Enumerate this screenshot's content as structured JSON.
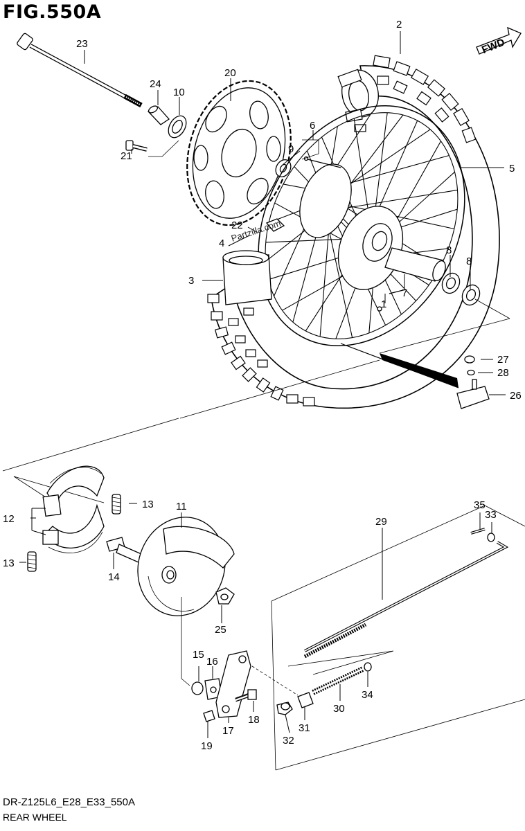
{
  "title": "FIG.550A",
  "fwd_label": "FWD",
  "model_code": "DR-Z125L6_E28_E33_550A",
  "diagram_name": "REAR WHEEL",
  "watermark": "Partzilla.com",
  "callouts": {
    "p1": "1",
    "p2": "2",
    "p3": "3",
    "p4": "4",
    "p5": "5",
    "p6": "6",
    "p7": "7",
    "p8a": "8",
    "p8b": "8",
    "p9": "9",
    "p10": "10",
    "p11": "11",
    "p12": "12",
    "p13a": "13",
    "p13b": "13",
    "p14": "14",
    "p15": "15",
    "p16": "16",
    "p17": "17",
    "p18": "18",
    "p19": "19",
    "p20": "20",
    "p21": "21",
    "p22": "22",
    "p23": "23",
    "p24": "24",
    "p25": "25",
    "p26": "26",
    "p27": "27",
    "p28": "28",
    "p29": "29",
    "p30": "30",
    "p31": "31",
    "p32": "32",
    "p33": "33",
    "p34": "34",
    "p35": "35"
  }
}
